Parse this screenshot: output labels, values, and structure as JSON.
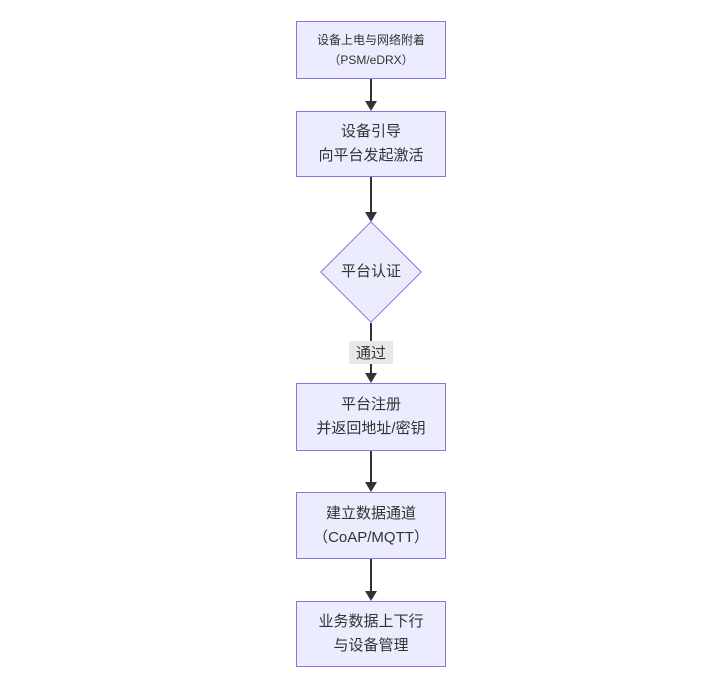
{
  "diagram": {
    "type": "flowchart",
    "direction": "top-down",
    "background": "#ffffff",
    "node_fill": "#ECECFF",
    "node_border": "#9370DB",
    "arrow_color": "#333333",
    "text_color": "#333333",
    "edge_label_bg": "#e8e8e8"
  },
  "nodes": [
    {
      "id": "power-attach",
      "type": "rect",
      "lines": [
        "设备上电与网络附着",
        "（PSM/eDRX）"
      ]
    },
    {
      "id": "bootstrap-activate",
      "type": "rect",
      "lines": [
        "设备引导",
        "向平台发起激活"
      ]
    },
    {
      "id": "platform-auth",
      "type": "diamond",
      "lines": [
        "平台认证"
      ]
    },
    {
      "id": "platform-register",
      "type": "rect",
      "lines": [
        "平台注册",
        "并返回地址/密钥"
      ]
    },
    {
      "id": "data-channel",
      "type": "rect",
      "lines": [
        "建立数据通道",
        "（CoAP/MQTT）"
      ]
    },
    {
      "id": "business-data",
      "type": "rect",
      "lines": [
        "业务数据上下行",
        "与设备管理"
      ]
    }
  ],
  "edges": [
    {
      "from": "power-attach",
      "to": "bootstrap-activate",
      "label": ""
    },
    {
      "from": "bootstrap-activate",
      "to": "platform-auth",
      "label": ""
    },
    {
      "from": "platform-auth",
      "to": "platform-register",
      "label": "通过"
    },
    {
      "from": "platform-register",
      "to": "data-channel",
      "label": ""
    },
    {
      "from": "data-channel",
      "to": "business-data",
      "label": ""
    }
  ]
}
